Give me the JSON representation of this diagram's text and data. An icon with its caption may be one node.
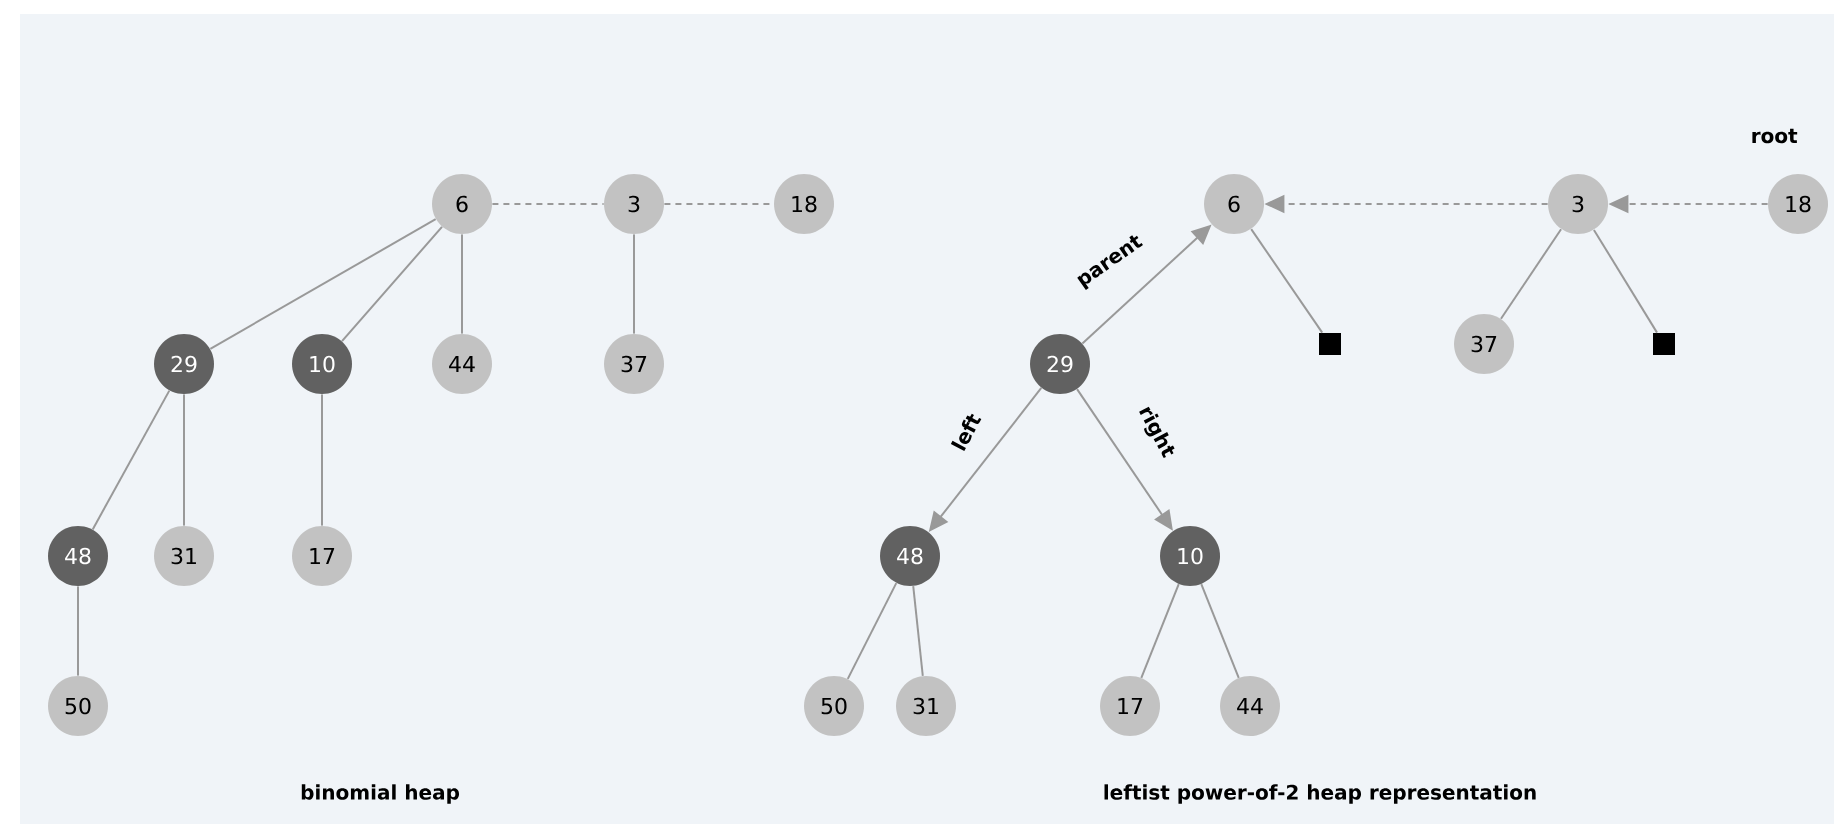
{
  "diagram": {
    "nodes": [
      {
        "text": [
          "6"
        ]
      },
      {
        "text": [
          "3"
        ]
      },
      {
        "text": [
          "18"
        ]
      },
      {
        "text": [
          "29"
        ]
      },
      {
        "text": [
          "10"
        ]
      },
      {
        "text": [
          "44"
        ]
      },
      {
        "text": [
          "37"
        ]
      },
      {
        "text": [
          "48"
        ]
      },
      {
        "text": [
          "31"
        ]
      },
      {
        "text": [
          "17"
        ]
      },
      {
        "text": [
          "50"
        ]
      },
      {
        "text": [
          "6"
        ]
      },
      {
        "text": [
          "3"
        ]
      },
      {
        "text": [
          "18"
        ]
      },
      {
        "text": [],
        "shape": "box"
      },
      {
        "text": [
          "29"
        ]
      },
      {
        "text": [
          "37"
        ]
      },
      {
        "text": [],
        "shape": "box"
      },
      {
        "text": [
          "48"
        ]
      },
      {
        "text": [
          "10"
        ]
      },
      {
        "text": [
          "50"
        ]
      },
      {
        "text": [
          "31"
        ]
      },
      {
        "text": [
          "17"
        ]
      },
      {
        "text": [
          "44"
        ]
      }
    ],
    "edges": [
      {
        "from": 0,
        "to": 1,
        "arrow": "none",
        "style": "dashed"
      },
      {
        "from": 1,
        "to": 2,
        "arrow": "none",
        "style": "dashed"
      },
      {
        "from": 0,
        "to": 3,
        "arrow": "none"
      },
      {
        "from": 0,
        "to": 4,
        "arrow": "none"
      },
      {
        "from": 0,
        "to": 5,
        "arrow": "none"
      },
      {
        "from": 1,
        "to": 6,
        "arrow": "none"
      },
      {
        "from": 3,
        "to": 7,
        "arrow": "none"
      },
      {
        "from": 3,
        "to": 8,
        "arrow": "none"
      },
      {
        "from": 4,
        "to": 9,
        "arrow": "none"
      },
      {
        "from": 7,
        "to": 10,
        "arrow": "none"
      },
      {
        "from": 12,
        "to": 11,
        "arrow": "to",
        "style": "dashed"
      },
      {
        "from": 13,
        "to": 12,
        "arrow": "to",
        "style": "dashed"
      },
      {
        "from": 15,
        "to": 11,
        "arrow": "to",
        "label": "parent"
      },
      {
        "from": 11,
        "to": 14,
        "arrow": "none"
      },
      {
        "from": 12,
        "to": 16,
        "arrow": "none"
      },
      {
        "from": 12,
        "to": 17,
        "arrow": "none"
      },
      {
        "from": 15,
        "to": 18,
        "arrow": "to",
        "label": "left"
      },
      {
        "from": 15,
        "to": 19,
        "arrow": "to",
        "label": "right"
      },
      {
        "from": 18,
        "to": 20,
        "arrow": "none"
      },
      {
        "from": 18,
        "to": 21,
        "arrow": "none"
      },
      {
        "from": 19,
        "to": 22,
        "arrow": "none"
      },
      {
        "from": 19,
        "to": 23,
        "arrow": "none"
      }
    ],
    "labels": [
      "root",
      "binomial heap",
      "leftist power-of-2 heap representation"
    ]
  }
}
